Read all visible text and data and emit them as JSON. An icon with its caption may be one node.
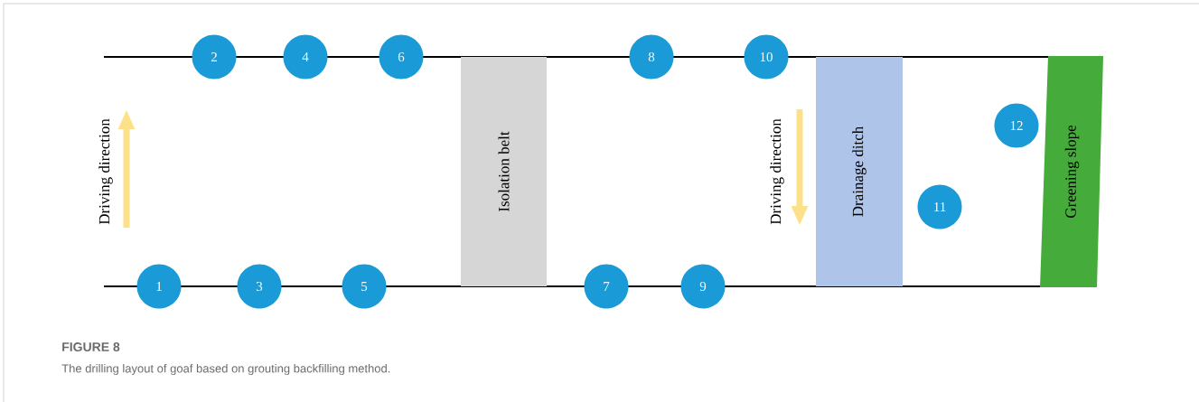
{
  "diagram": {
    "title": "FIGURE 8",
    "caption": "The drilling layout of goaf based on grouting backfilling method.",
    "nodes": [
      {
        "text": [
          "1"
        ]
      },
      {
        "text": [
          "2"
        ]
      },
      {
        "text": [
          "3"
        ]
      },
      {
        "text": [
          "4"
        ]
      },
      {
        "text": [
          "5"
        ]
      },
      {
        "text": [
          "6"
        ]
      },
      {
        "text": [
          "7"
        ]
      },
      {
        "text": [
          "8"
        ]
      },
      {
        "text": [
          "9"
        ]
      },
      {
        "text": [
          "10"
        ]
      },
      {
        "text": [
          "11"
        ]
      },
      {
        "text": [
          "12"
        ]
      },
      {
        "text": [
          "Isolation belt"
        ]
      },
      {
        "text": [
          "Drainage ditch"
        ]
      },
      {
        "text": [
          "Greening slope"
        ]
      }
    ],
    "labels": [
      "Driving direction",
      "Driving direction"
    ]
  }
}
